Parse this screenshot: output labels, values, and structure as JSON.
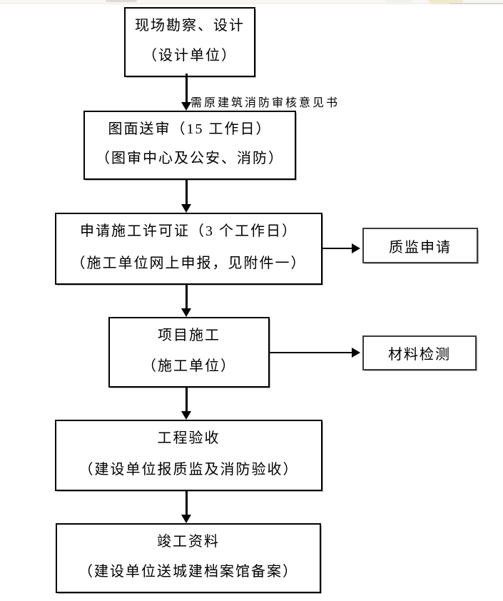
{
  "colors": {
    "background": "#ffffff",
    "box_border": "#000000",
    "side_box_border": "#3a3a3a",
    "arrow": "#000000",
    "box_shadow": "#b3b3b3",
    "strip_bg": "#f7f6f4",
    "strip_line": "#dad8d5",
    "tab_fragment_beige": "#f2e8cc",
    "toolbar_fragment_gray": "#dcdbd8"
  },
  "flow": {
    "nodes": [
      {
        "id": "survey",
        "lines": [
          "现场勘察、设计",
          "（设计单位）"
        ]
      },
      {
        "id": "drawing-review",
        "lines": [
          "图面送审（15 工作日）",
          "（图审中心及公安、消防）"
        ]
      },
      {
        "id": "construction-permit",
        "lines": [
          "申请施工许可证（3 个工作日）",
          "（施工单位网上申报，见附件一）"
        ]
      },
      {
        "id": "project-construction",
        "lines": [
          "项目施工",
          "（施工单位）"
        ]
      },
      {
        "id": "project-acceptance",
        "lines": [
          "工程验收",
          "（建设单位报质监及消防验收）"
        ]
      },
      {
        "id": "completion-archives",
        "lines": [
          "竣工资料",
          "（建设单位送城建档案馆备案）"
        ]
      }
    ],
    "side_nodes": [
      {
        "id": "quality-supervision",
        "label": "质监申请"
      },
      {
        "id": "material-testing",
        "label": "材料检测"
      }
    ],
    "edge_label": "需原建筑消防审核意见书"
  }
}
